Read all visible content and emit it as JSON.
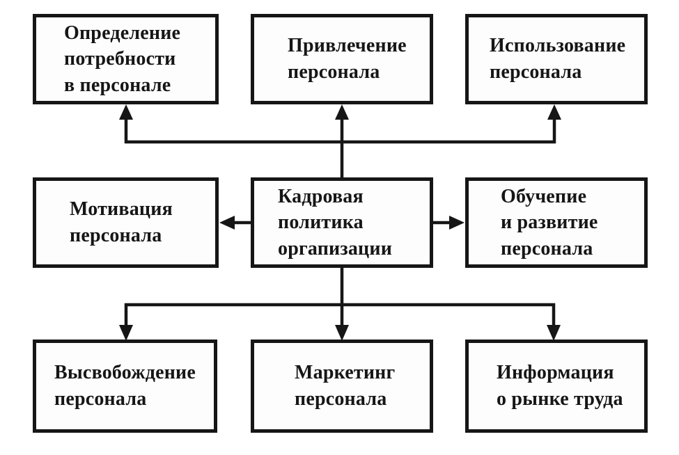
{
  "diagram": {
    "type": "flowchart",
    "colors": {
      "background": "#ffffff",
      "line": "#161616",
      "box_border": "#161616",
      "box_fill": "#fdfdfd",
      "text": "#161616"
    },
    "nodes": {
      "policy": {
        "label": "Кадровая\nполитика\nоргапизации"
      },
      "needs": {
        "label": "Определение\nпотребности\nв персонале"
      },
      "attraction": {
        "label": "Привлечение\nперсонала"
      },
      "usage": {
        "label": "Использование\nперсонала"
      },
      "motivation": {
        "label": "Мотивация\nперсонала"
      },
      "training": {
        "label": "Обучепие\nи развитие\nперсонала"
      },
      "release": {
        "label": "Высвобождение\nперсонала"
      },
      "marketing": {
        "label": "Маркетинг\nперсонала"
      },
      "labor_market": {
        "label": "Информация\nо рынке труда"
      }
    },
    "connections": [
      {
        "from": "policy",
        "to": "needs",
        "arrow": "up"
      },
      {
        "from": "policy",
        "to": "attraction",
        "arrow": "up"
      },
      {
        "from": "policy",
        "to": "usage",
        "arrow": "up"
      },
      {
        "from": "policy",
        "to": "motivation",
        "arrow": "left"
      },
      {
        "from": "policy",
        "to": "training",
        "arrow": "right"
      },
      {
        "from": "policy",
        "to": "release",
        "arrow": "down"
      },
      {
        "from": "policy",
        "to": "marketing",
        "arrow": "down"
      },
      {
        "from": "policy",
        "to": "labor_market",
        "arrow": "down"
      }
    ]
  }
}
